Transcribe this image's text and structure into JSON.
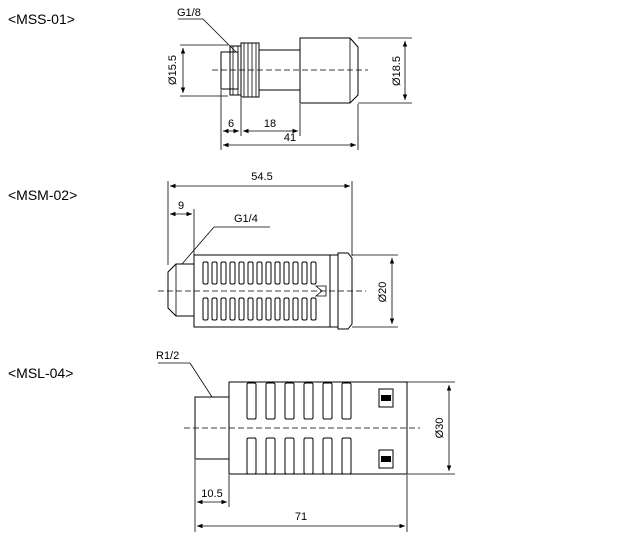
{
  "parts": [
    {
      "title": "<MSS-01>",
      "thread": "G1/8",
      "dims": {
        "d_small": "Ø15.5",
        "d_large": "Ø18.5",
        "a": "6",
        "b": "18",
        "total": "41"
      }
    },
    {
      "title": "<MSM-02>",
      "thread": "G1/4",
      "dims": {
        "total": "54.5",
        "a": "9",
        "d": "Ø20"
      }
    },
    {
      "title": "<MSL-04>",
      "thread": "R1/2",
      "dims": {
        "d": "Ø30",
        "a": "10.5",
        "total": "71"
      }
    }
  ]
}
